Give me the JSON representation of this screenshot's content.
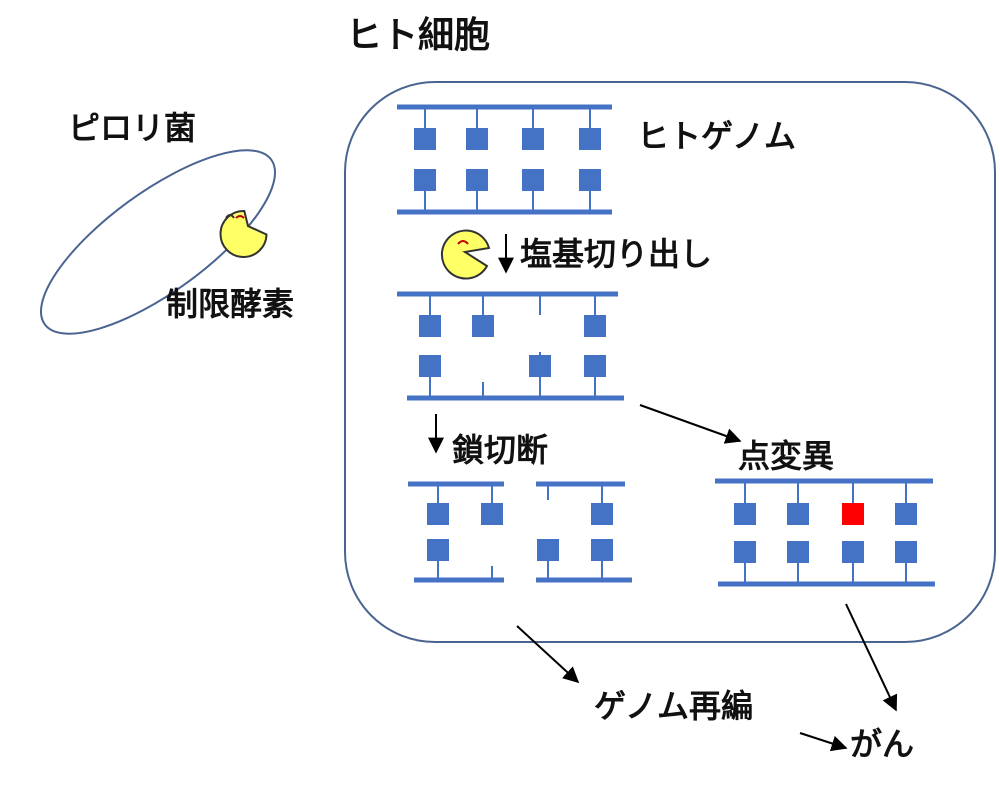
{
  "labels": {
    "cell": "ヒト細胞",
    "bacteria": "ピロリ菌",
    "enzyme": "制限酵素",
    "genome": "ヒトゲノム",
    "base_excision": "塩基切り出し",
    "strand_break": "鎖切断",
    "point_mutation": "点変異",
    "genome_rearrangement": "ゲノム再編",
    "cancer": "がん"
  },
  "colors": {
    "strand": "#4472C4",
    "base": "#4472C4",
    "mutated_base": "#FF0000",
    "enzyme": "#FFFF66",
    "outline": "#4A6491",
    "arrow": "#000000",
    "text": "#111111"
  },
  "icons": [
    "pacman-enzyme-icon",
    "down-arrow-icon"
  ]
}
